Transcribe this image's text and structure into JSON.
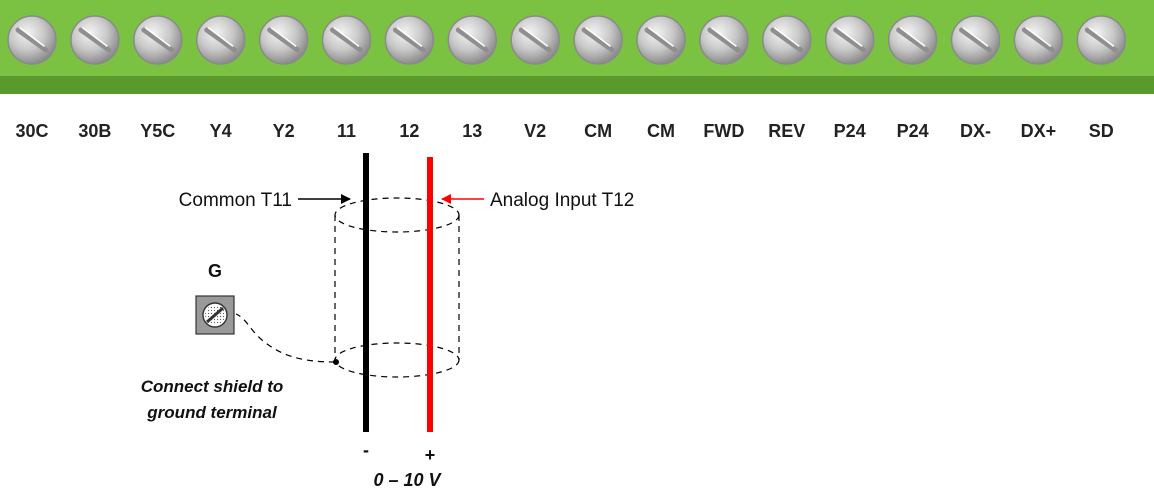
{
  "terminal_strip": {
    "labels": [
      "30C",
      "30B",
      "Y5C",
      "Y4",
      "Y2",
      "11",
      "12",
      "13",
      "V2",
      "CM",
      "CM",
      "FWD",
      "REV",
      "P24",
      "P24",
      "DX-",
      "DX+",
      "SD"
    ],
    "strip_color": "#7cc242",
    "strip_shadow_color": "#5a9a2c"
  },
  "wires": {
    "common_color": "#000000",
    "analog_color": "#ff0000"
  },
  "callouts": {
    "common": "Common T11",
    "analog": "Analog Input T12"
  },
  "ground": {
    "label": "G"
  },
  "shield_note": {
    "line1": "Connect shield to",
    "line2": "ground terminal"
  },
  "polarity": {
    "minus": "-",
    "plus": "+"
  },
  "voltage_range": "0 – 10 V"
}
